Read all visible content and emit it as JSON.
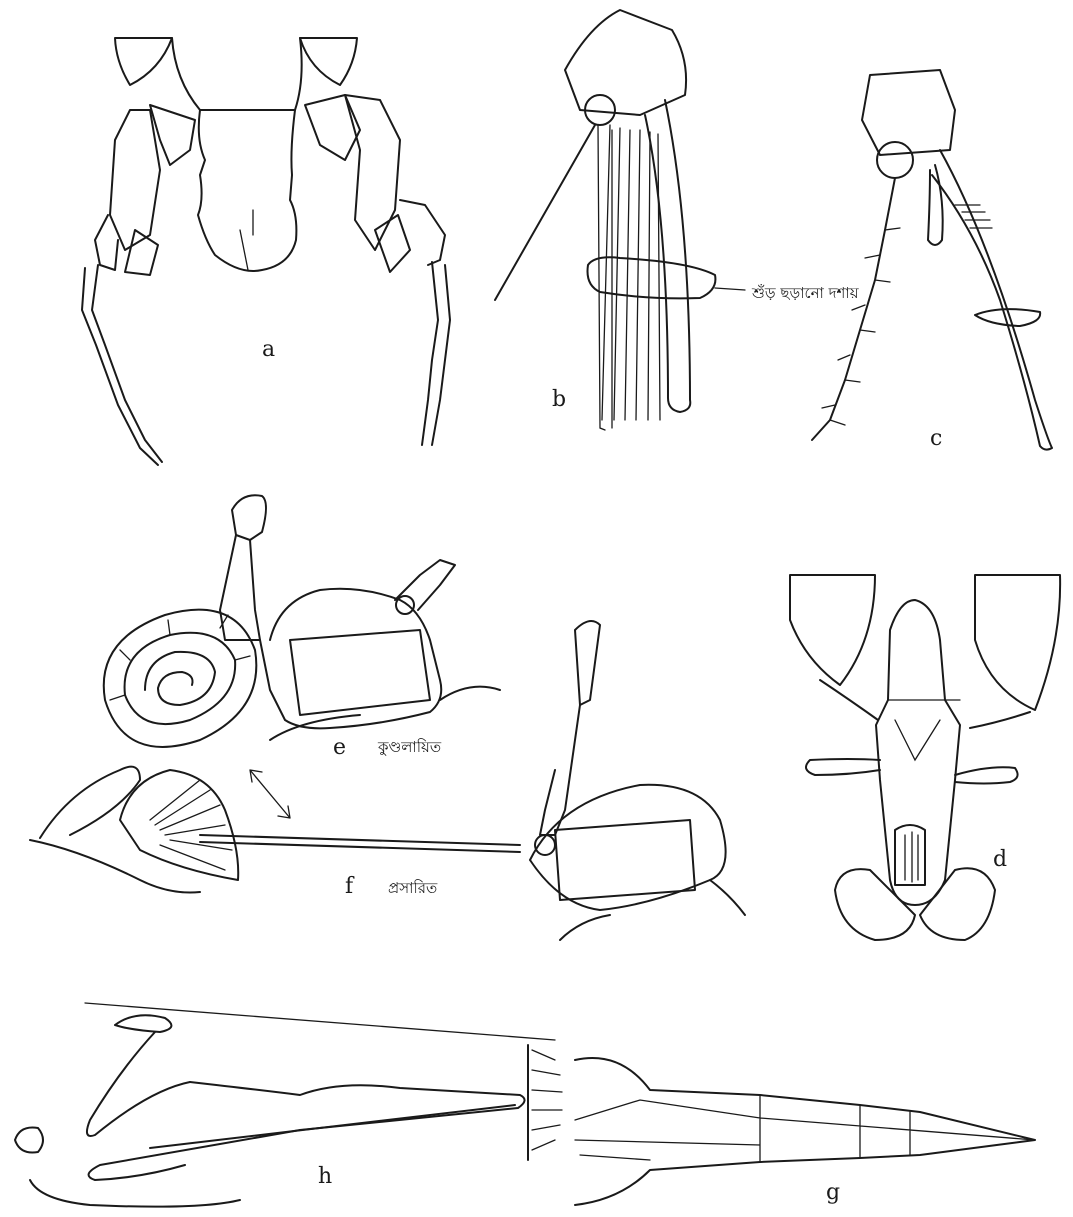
{
  "panels": {
    "a": {
      "label": "a"
    },
    "b": {
      "label": "b",
      "annotation": "শুঁড় ছড়ানো দশায়"
    },
    "c": {
      "label": "c"
    },
    "d": {
      "label": "d"
    },
    "e": {
      "label": "e",
      "annotation": "কুণ্ডলায়িত"
    },
    "f": {
      "label": "f",
      "annotation": "প্রসারিত"
    },
    "g": {
      "label": "g"
    },
    "h": {
      "label": "h"
    }
  }
}
